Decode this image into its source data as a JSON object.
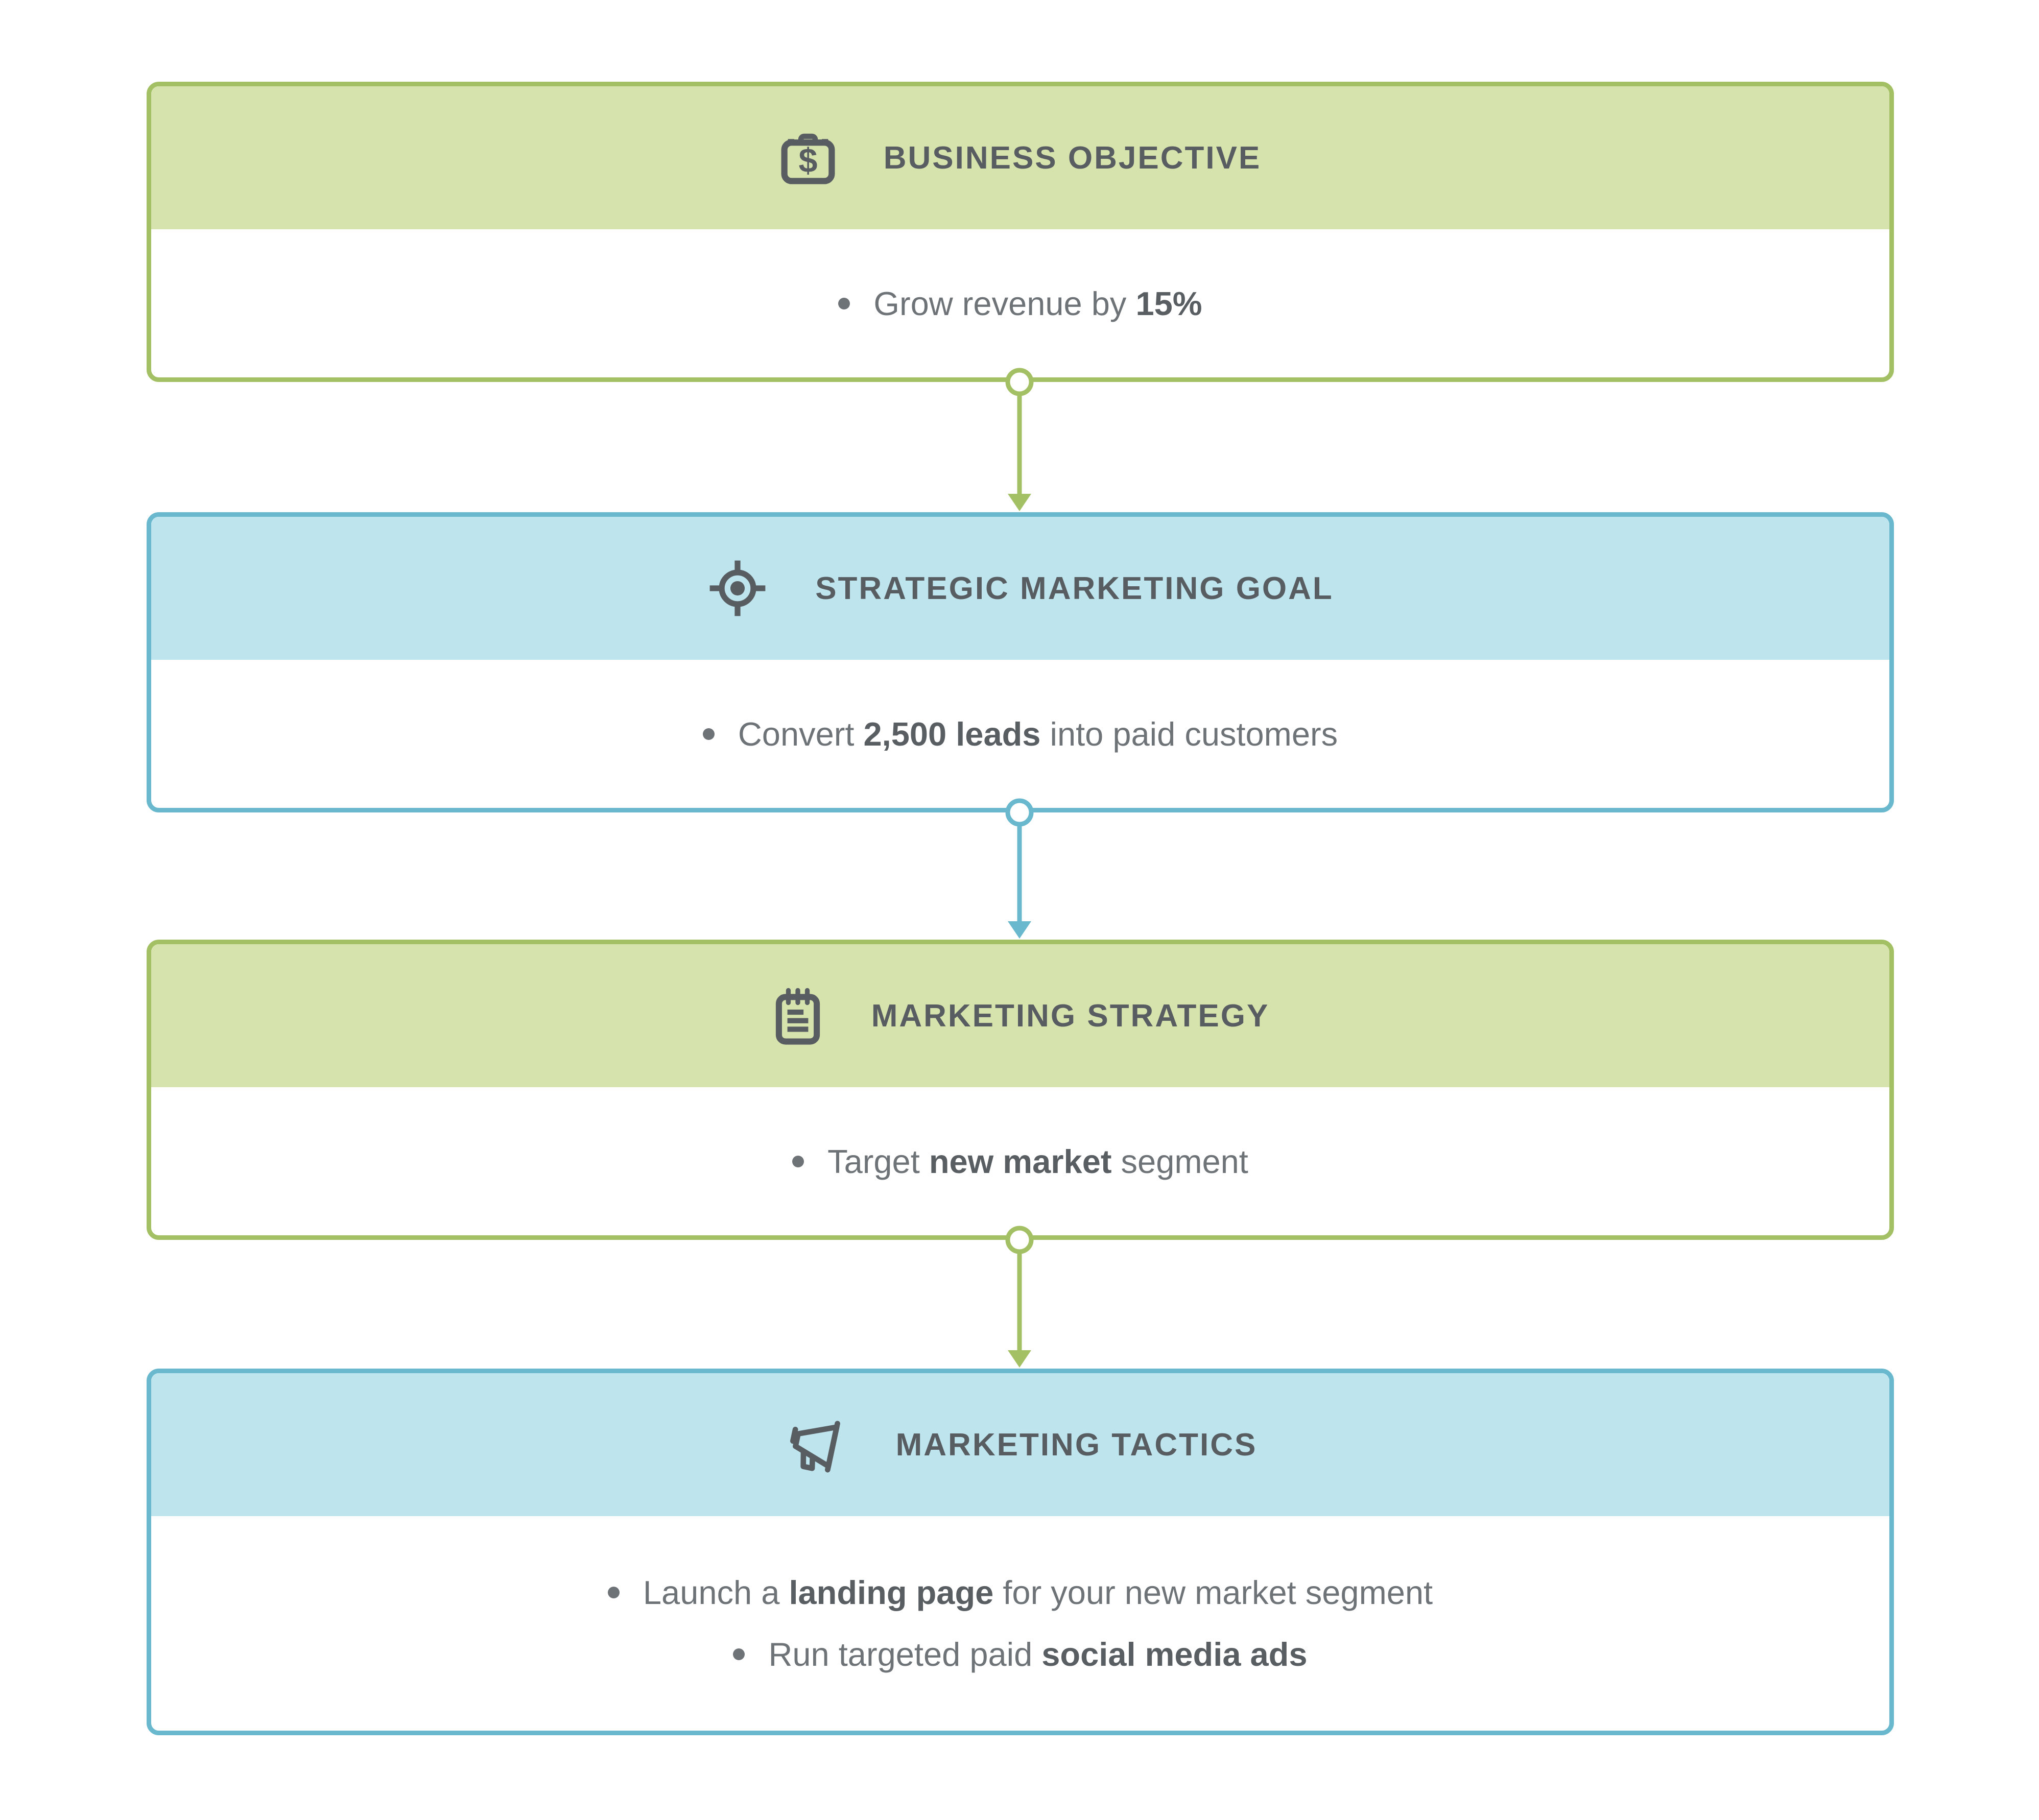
{
  "palette": {
    "green_border": "#a3c164",
    "green_fill": "#d7e3ad",
    "blue_border": "#69b8ce",
    "blue_fill": "#bee4ee",
    "heading_text": "#585d62",
    "body_text": "#6e7378",
    "bold_text": "#595e63"
  },
  "flowchart": {
    "boxes": [
      {
        "id": "business-objective",
        "theme": "green",
        "icon": "briefcase-dollar-icon",
        "title": "BUSINESS OBJECTIVE",
        "bullets": [
          {
            "segments": [
              {
                "text": "Grow revenue by ",
                "bold": false
              },
              {
                "text": "15%",
                "bold": true
              }
            ]
          }
        ]
      },
      {
        "id": "strategic-marketing-goal",
        "theme": "blue",
        "icon": "target-icon",
        "title": "STRATEGIC MARKETING GOAL",
        "bullets": [
          {
            "segments": [
              {
                "text": "Convert ",
                "bold": false
              },
              {
                "text": "2,500 leads",
                "bold": true
              },
              {
                "text": " into paid customers",
                "bold": false
              }
            ]
          }
        ]
      },
      {
        "id": "marketing-strategy",
        "theme": "green",
        "icon": "notepad-icon",
        "title": "MARKETING STRATEGY",
        "bullets": [
          {
            "segments": [
              {
                "text": "Target ",
                "bold": false
              },
              {
                "text": "new market",
                "bold": true
              },
              {
                "text": " segment",
                "bold": false
              }
            ]
          }
        ]
      },
      {
        "id": "marketing-tactics",
        "theme": "blue",
        "icon": "megaphone-icon",
        "title": "MARKETING TACTICS",
        "bullets": [
          {
            "segments": [
              {
                "text": "Launch a ",
                "bold": false
              },
              {
                "text": "landing page",
                "bold": true
              },
              {
                "text": " for your new market segment",
                "bold": false
              }
            ]
          },
          {
            "segments": [
              {
                "text": "Run targeted paid ",
                "bold": false
              },
              {
                "text": "social media ads",
                "bold": true
              }
            ]
          }
        ]
      }
    ],
    "connectors": [
      {
        "from": "business-objective",
        "to": "strategic-marketing-goal",
        "color": "green"
      },
      {
        "from": "strategic-marketing-goal",
        "to": "marketing-strategy",
        "color": "blue"
      },
      {
        "from": "marketing-strategy",
        "to": "marketing-tactics",
        "color": "green"
      }
    ]
  }
}
